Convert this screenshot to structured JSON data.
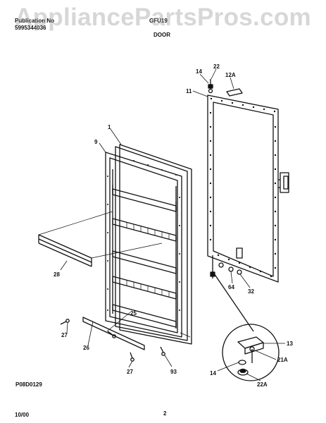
{
  "header": {
    "publication_label": "Publication No",
    "publication_number": "5995344036",
    "model": "GFU19",
    "section_title": "DOOR"
  },
  "watermark": "AppliancePartsPros.com",
  "diagram": {
    "callouts": {
      "c1": "1",
      "c9": "9",
      "c11": "11",
      "c12a": "12A",
      "c13": "13",
      "c14a": "14",
      "c14b": "14",
      "c21a": "21A",
      "c22a": "22",
      "c22b": "22A",
      "c25": "25",
      "c26": "26",
      "c27a": "27",
      "c27b": "27",
      "c28": "28",
      "c32": "32",
      "c64": "64",
      "c93": "93"
    },
    "drawing_code": "P08D0129"
  },
  "footer": {
    "date": "10/00",
    "page": "2"
  }
}
